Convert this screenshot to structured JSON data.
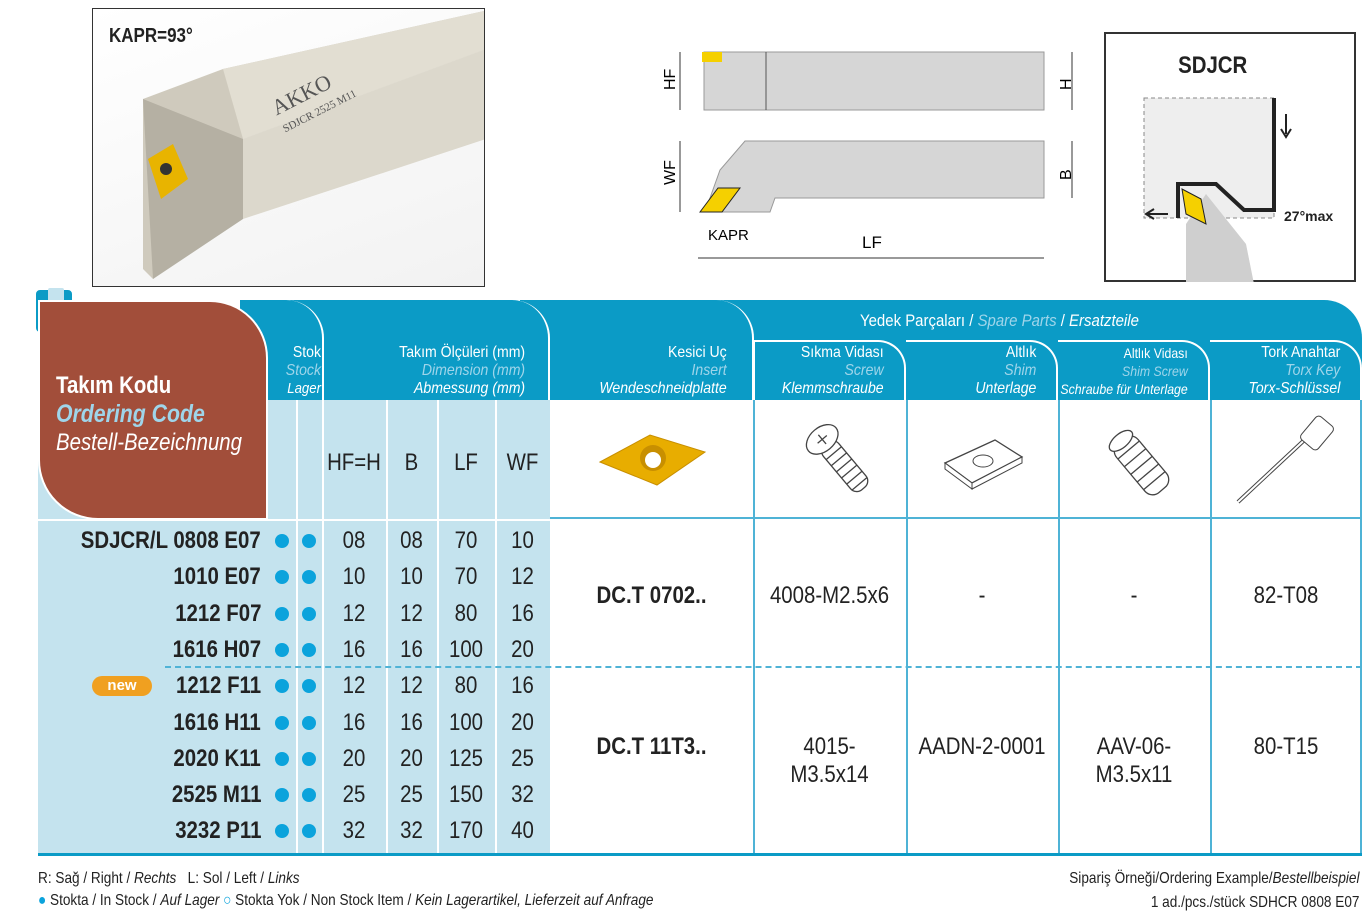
{
  "photo": {
    "kapr_label": "KAPR=93°",
    "brand": "AKKO",
    "engraving": "SDJCR 2525 M11"
  },
  "diagram": {
    "hf": "HF",
    "h": "H",
    "wf": "WF",
    "b": "B",
    "kapr": "KAPR",
    "lf": "LF"
  },
  "application": {
    "title": "SDJCR",
    "angle": "27°max"
  },
  "header": {
    "code": {
      "tr": "Takım Kodu",
      "en": "Ordering Code",
      "de": "Bestell-Bezeichnung"
    },
    "stock": {
      "tr": "Stok",
      "en": "Stock",
      "de": "Lager"
    },
    "dims": {
      "tr": "Takım Ölçüleri (mm)",
      "en": "Dimension (mm)",
      "de": "Abmessung (mm)",
      "cols": [
        "HF=H",
        "B",
        "LF",
        "WF"
      ]
    },
    "insert": {
      "tr": "Kesici Uç",
      "en": "Insert",
      "de": "Wendeschneidplatte"
    },
    "spare": {
      "tr": "Yedek Parçaları",
      "en": "Spare Parts",
      "de": "Ersatzteile",
      "sep": "/"
    },
    "screw": {
      "tr": "Sıkma Vidası",
      "en": "Screw",
      "de": "Klemmschraube"
    },
    "shim": {
      "tr": "Altlık",
      "en": "Shim",
      "de": "Unterlage"
    },
    "shim_screw": {
      "tr": "Altlık Vidası",
      "en": "Shim Screw",
      "de": "Schraube für Unterlage"
    },
    "torx": {
      "tr": "Tork Anahtar",
      "en": "Torx Key",
      "de": "Torx-Schlüssel"
    }
  },
  "new_badge": "new",
  "rows": [
    {
      "code": "SDJCR/L 0808 E07",
      "hf": "08",
      "b": "08",
      "lf": "70",
      "wf": "10"
    },
    {
      "code": "1010 E07",
      "hf": "10",
      "b": "10",
      "lf": "70",
      "wf": "12"
    },
    {
      "code": "1212 F07",
      "hf": "12",
      "b": "12",
      "lf": "80",
      "wf": "16"
    },
    {
      "code": "1616 H07",
      "hf": "16",
      "b": "16",
      "lf": "100",
      "wf": "20"
    },
    {
      "code": "1212 F11",
      "hf": "12",
      "b": "12",
      "lf": "80",
      "wf": "16"
    },
    {
      "code": "1616 H11",
      "hf": "16",
      "b": "16",
      "lf": "100",
      "wf": "20"
    },
    {
      "code": "2020 K11",
      "hf": "20",
      "b": "20",
      "lf": "125",
      "wf": "25"
    },
    {
      "code": "2525 M11",
      "hf": "25",
      "b": "25",
      "lf": "150",
      "wf": "32"
    },
    {
      "code": "3232 P11",
      "hf": "32",
      "b": "32",
      "lf": "170",
      "wf": "40"
    }
  ],
  "groups": [
    {
      "insert": "DC.T 0702..",
      "screw": "4008-M2.5x6",
      "shim": "-",
      "shim_screw": "-",
      "torx": "82-T08"
    },
    {
      "insert": "DC.T 11T3..",
      "screw": "4015-M3.5x14",
      "shim": "AADN-2-0001",
      "shim_screw": "AAV-06-M3.5x11",
      "torx": "80-T15"
    }
  ],
  "footer": {
    "legend1": {
      "r": "R: Sağ / Right /",
      "r_de": "Rechts",
      "l": "L: Sol / Left /",
      "l_de": "Links"
    },
    "legend2": {
      "stock": "Stokta / In Stock /",
      "stock_de": "Auf Lager",
      "nostock": "Stokta Yok / Non Stock Item /",
      "nostock_de": "Kein Lagerartikel, Lieferzeit auf Anfrage"
    },
    "example_label": "Sipariş Örneği/Ordering Example/",
    "example_label_de": "Bestellbeispiel",
    "example": "1 ad./pcs./stück SDHCR 0808 E07"
  },
  "colors": {
    "teal": "#0b9bc6",
    "brown": "#a24e3a",
    "light_blue": "#c4e3ee",
    "dot": "#0ba3dc"
  }
}
